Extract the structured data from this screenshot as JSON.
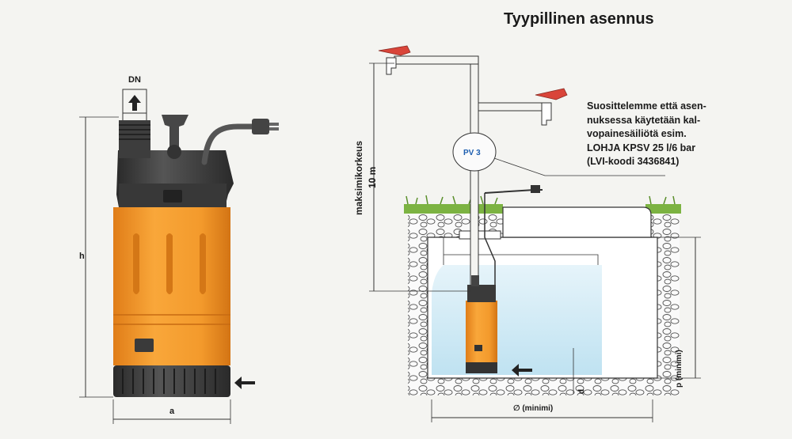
{
  "title": "Tyypillinen asennus",
  "note_lines": [
    "Suosittelemme että asen-",
    "nuksessa käytetään kal-",
    "vopainesäiliötä esim.",
    "LOHJA KPSV 25 l/6 bar",
    "(LVI-koodi 3436841)"
  ],
  "labels": {
    "dn": "DN",
    "h": "h",
    "a": "a",
    "max_height_text": "maksimikorkeus",
    "max_height_value": "10 m",
    "d": "d",
    "p_minimi": "p (minimi)",
    "diameter_minimi": "∅ (minimi)",
    "tank_brand": "PV 3"
  },
  "colors": {
    "pump_orange": "#f39a2c",
    "pump_dark": "#3a3a3a",
    "water": "#cfe9f5",
    "grass": "#7cb342",
    "valve_red": "#d9453a"
  }
}
